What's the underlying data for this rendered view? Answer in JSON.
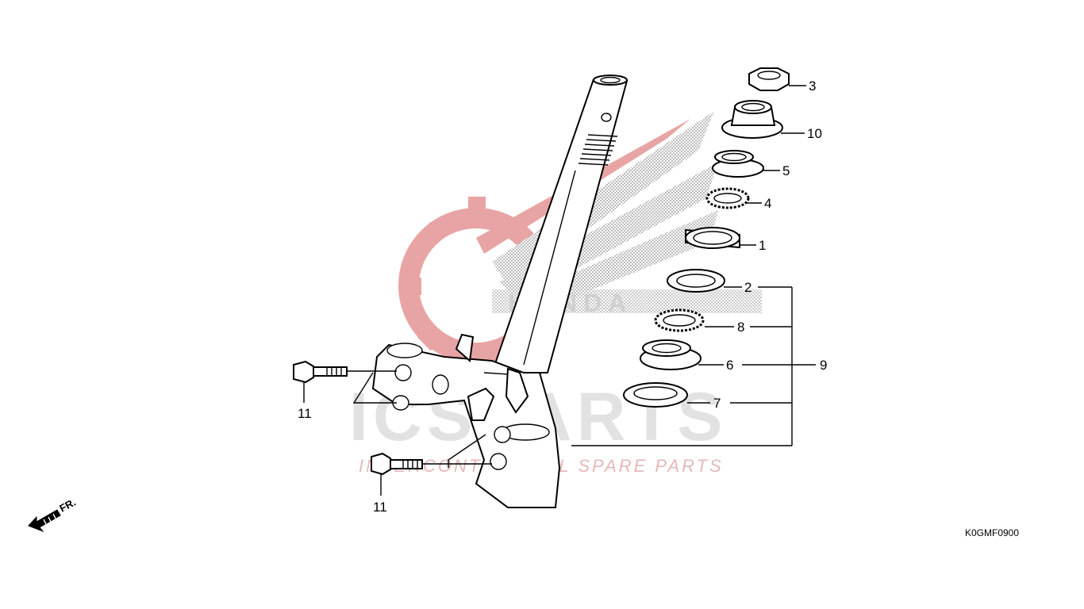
{
  "diagram": {
    "code": "K0GMF0900",
    "front_marker": "FR.",
    "colors": {
      "line": "#000000",
      "watermark_red": "#e8a4a4",
      "watermark_gray": "#d9d9d9"
    },
    "callouts": {
      "c1": "1",
      "c2": "2",
      "c3": "3",
      "c4": "4",
      "c5": "5",
      "c6": "6",
      "c7": "7",
      "c8": "8",
      "c9": "9",
      "c10": "10",
      "c11a": "11",
      "c11b": "11"
    }
  },
  "watermark": {
    "brand": "ICSPARTS",
    "tagline": "INTERCONTINENTAL SPARE PARTS",
    "wing_text": "HONDA"
  }
}
